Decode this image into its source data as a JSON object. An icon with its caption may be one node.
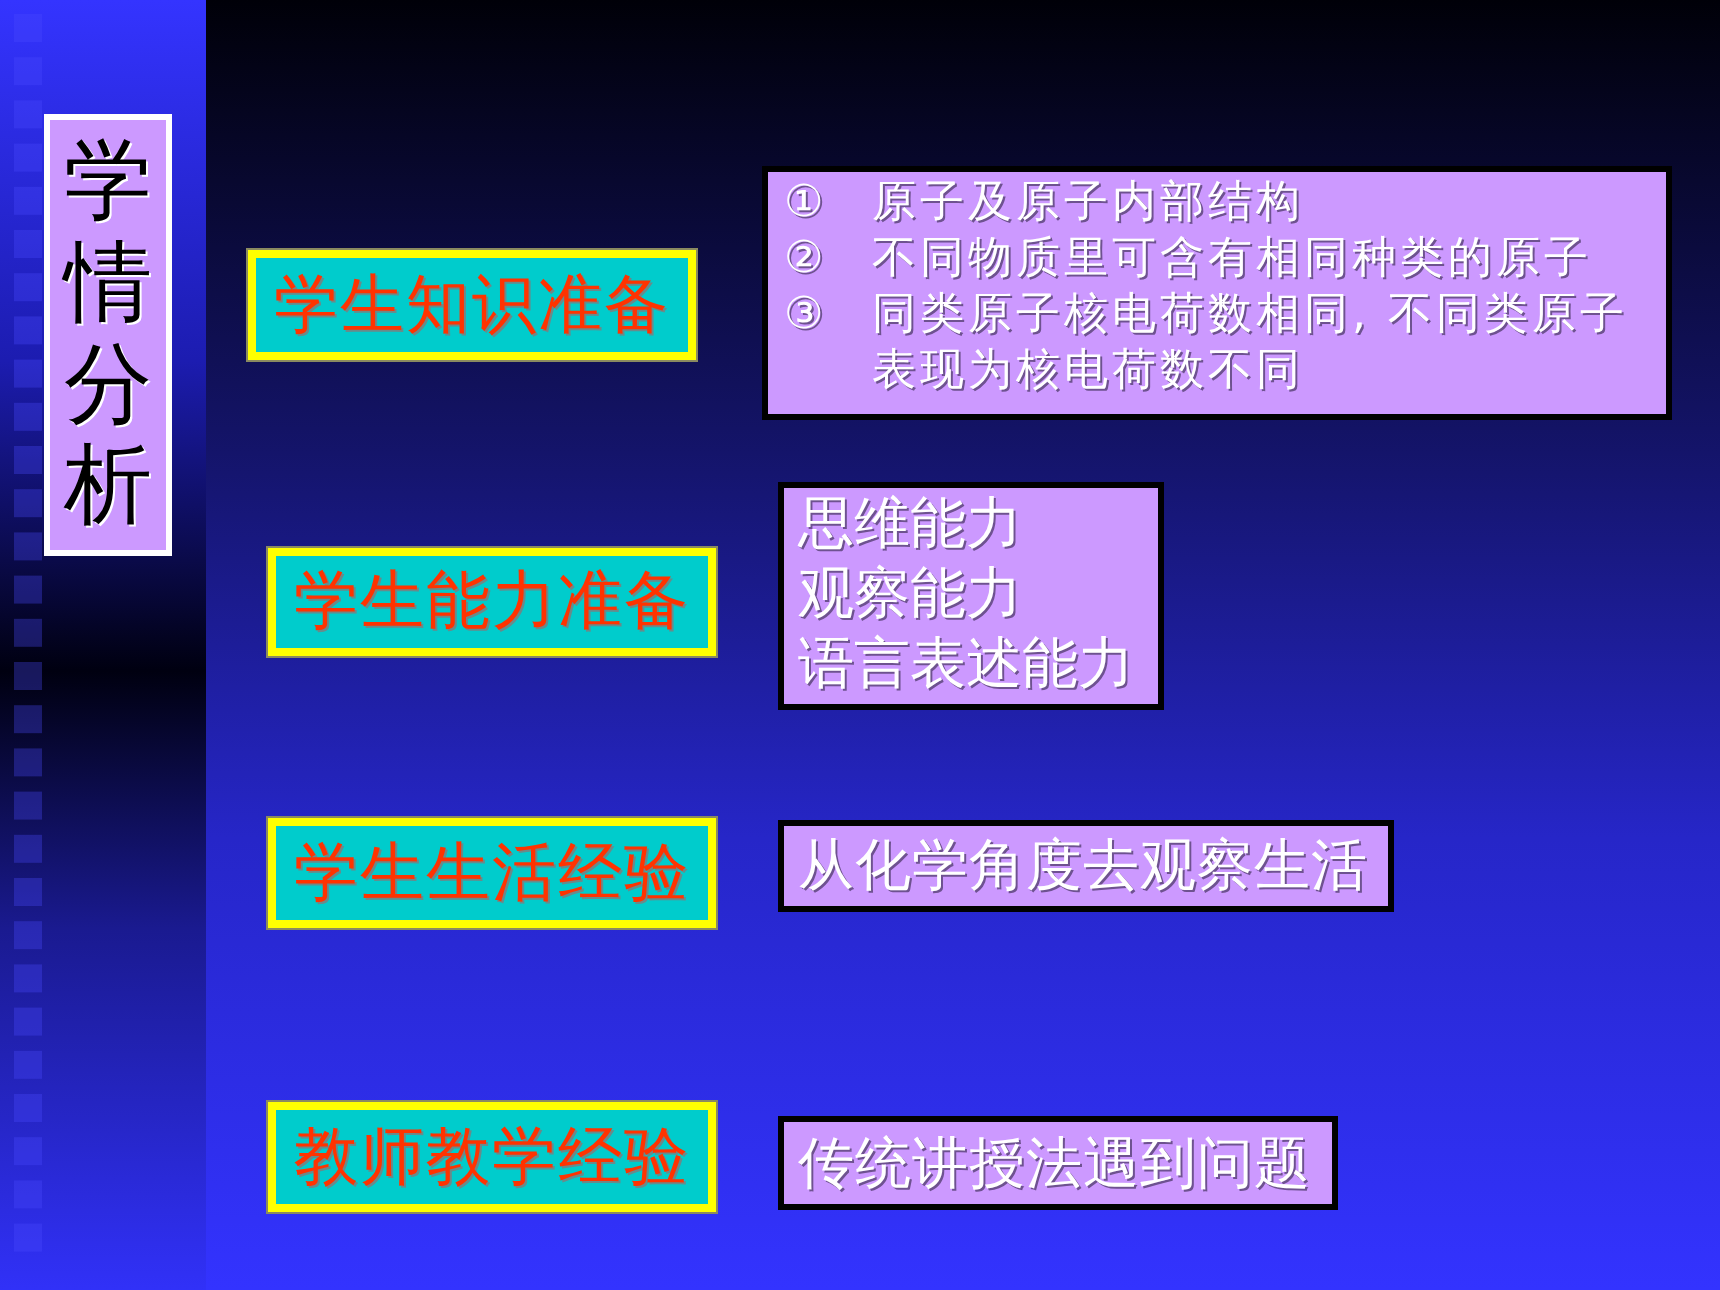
{
  "diagram": {
    "nodes": [
      {
        "text": [
          "学情分析"
        ]
      },
      {
        "text": [
          "学生知识准备"
        ]
      },
      {
        "text": [
          "①",
          "原子及原子内部结构",
          "②",
          "不同物质里可含有相同种类的原子",
          "③",
          "同类原子核电荷数相同, 不同类原子表现为核电荷数不同"
        ]
      },
      {
        "text": [
          "学生能力准备"
        ]
      },
      {
        "text": [
          "思维能力",
          "观察能力",
          "语言表述能力"
        ]
      },
      {
        "text": [
          "学生生活经验"
        ]
      },
      {
        "text": [
          "从化学角度去观察生活"
        ]
      },
      {
        "text": [
          "教师教学经验"
        ]
      },
      {
        "text": [
          "传统讲授法遇到问题"
        ]
      }
    ]
  }
}
